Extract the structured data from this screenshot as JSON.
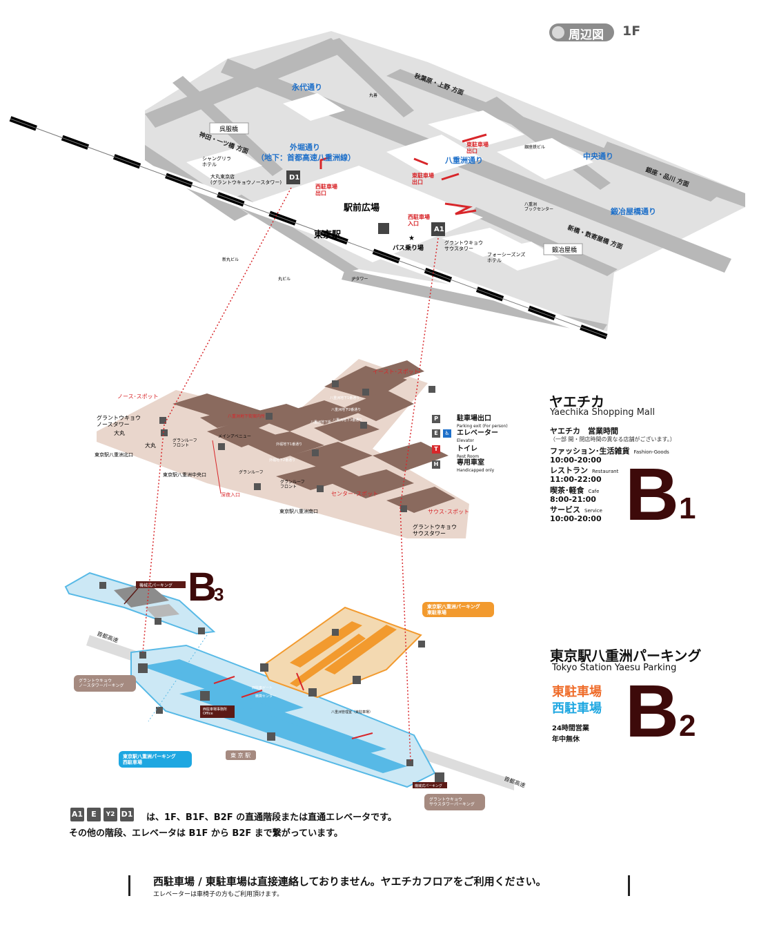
{
  "header": {
    "badge": "周辺図",
    "floor": "1F"
  },
  "map_1f": {
    "streets": {
      "eidai": "永代通り",
      "sotobori": "外堀通り",
      "sotobori_sub": "（地下：首都高速八重洲線）",
      "yaesu": "八重洲通り",
      "chuo": "中央通り",
      "kajibashi": "鍛冶屋橋通り"
    },
    "directions": {
      "akihabara": "秋葉原・上野 方面",
      "kanda": "神田・一ツ橋 方面",
      "ginza": "銀座・品川 方面",
      "shinbashi": "新橋・数寄屋橋 方面"
    },
    "places": {
      "gofukubashi": "呉服橋",
      "kajibashi_label": "鍛冶屋橋",
      "ekimae": "駅前広場",
      "tokyo_station": "東京駅",
      "bus": "バス乗り場",
      "shangrila": "シャングリラ\nホテル",
      "daimaru": "大丸東京店\n(グラントウキョウノースタワー)",
      "gt_south": "グラントウキョウ\nサウスタワー",
      "four_seasons": "フォーシーズンズ\nホテル",
      "yaesu_book": "八重洲\nブックセンター",
      "ginza_bldg": "銀座鉄ビル",
      "maru": "丸善",
      "shinmaru": "新丸ビル",
      "marubiru": "丸ビル",
      "jptower": "JPタワー"
    },
    "red": {
      "west_exit": "西駐車場\n出口",
      "west_entrance": "西駐車場\n入口",
      "east_exit_1": "東駐車場\n出口",
      "east_exit_2": "東駐車場\n出口"
    },
    "markers": {
      "d1": "D1",
      "a1": "A1",
      "sub": "出口"
    }
  },
  "b1": {
    "title": "ヤエチカ",
    "title_en": "Yaechika Shopping Mall",
    "hours_label": "ヤエチカ　営業時間",
    "hours_note": "（一部 開・閉店時間の異なる店舗がございます。）",
    "hours": [
      {
        "name": "ファッション･生活雑貨",
        "en": "Fashion-Goods",
        "time": "10:00-20:00"
      },
      {
        "name": "レストラン",
        "en": "Restaurant",
        "time": "11:00-22:00"
      },
      {
        "name": "喫茶･軽食",
        "en": "Cafe",
        "time": "8:00-21:00"
      },
      {
        "name": "サービス",
        "en": "Service",
        "time": "10:00-20:00"
      }
    ],
    "floor_big": "B",
    "floor_num": "1",
    "legend": [
      {
        "icon": "P",
        "name": "駐車場出口",
        "en": "Parking exit (For person)"
      },
      {
        "icon": "E",
        "name": "エレベーター",
        "en": "Elevator"
      },
      {
        "icon": "T",
        "name": "トイレ",
        "en": "Rest Room"
      },
      {
        "icon": "H",
        "name": "専用車室",
        "en": "Handicapped only"
      }
    ],
    "labels": {
      "north_spot": "ノース･スポット",
      "east_spot": "イースト･スポット",
      "center_spot": "センター･スポット",
      "south_spot": "サウス･スポット",
      "gt_north": "グラントウキョウ\nノースタワー",
      "daimaru1": "大丸",
      "daimaru2": "大丸",
      "green_front1": "グランルーフ\nフロント",
      "green_front2": "グランルーフ\nフロント",
      "green_roof": "グランルーフ",
      "main_ave": "メインアベニュー",
      "north_exit": "東京駅八重洲北口",
      "central_exit": "東京駅八重洲中央口",
      "south_exit": "東京駅八重洲南口",
      "gt_south": "グラントウキョウ\nサウスタワー",
      "yaesu_info": "八重洲地下街案内所",
      "night_entrance": "深夜入口",
      "yaesu_bldg": "八重洲地下街",
      "gaibori1": "外堀地下1番通り",
      "gaibori2": "外堀地下2番通り",
      "yaesu1": "八重洲地下1番通り",
      "yaesu2": "八重洲地下2番通り",
      "yaesu3": "八重洲地下3番通り"
    }
  },
  "b3": {
    "floor_big": "B",
    "floor_num": "3",
    "mech": "機械式パーキング"
  },
  "b2": {
    "title": "東京駅八重洲パーキング",
    "title_en": "Tokyo Station Yaesu Parking",
    "east": "東駐車場",
    "west": "西駐車場",
    "open1": "24時間営業",
    "open2": "年中無休",
    "floor_big": "B",
    "floor_num": "2",
    "labels": {
      "east_lot": "東京駅八重洲パーキング\n東駐車場",
      "west_lot": "東京駅八重洲パーキング\n西駐車場",
      "gt_north_p": "グラントウキョウ\nノースタワーパーキング",
      "gt_south_p": "グラントウキョウ\nサウスタワーパーキング",
      "tokyo_station": "東 京 駅",
      "office": "西駐車場事務所\nOffice",
      "shutoko1": "首都高速",
      "shutoko2": "首都高速",
      "west_gate": "西駐車ゲート",
      "payment": "精算センター",
      "mech2": "機械式パーキング",
      "yaesu_sub": "八重洲管理室（東駐車場）"
    }
  },
  "footer": {
    "line1": "は、1F、B1F、B2F の直通階段または直通エレベータです。",
    "line2": "その他の階段、エレベータは B1F から B2F まで繋がっています。",
    "notice": "西駐車場 / 東駐車場は直接連絡しておりません。ヤエチカフロアをご利用ください。",
    "notice_sub": "エレベーターは車椅子の方もご利用頂けます。",
    "icons": [
      "A1",
      "E",
      "Y2",
      "D1"
    ]
  },
  "colors": {
    "road": "#b8b8b8",
    "block": "#e1e1e1",
    "b1_shop": "#8a6a5e",
    "b1_floor": "#e9d6cc",
    "east_lot": "#f29a2e",
    "west_lot": "#57b9e6",
    "b_letter": "#3d0a0a",
    "red": "#d8262a",
    "street_blue": "#1d6fc9"
  }
}
